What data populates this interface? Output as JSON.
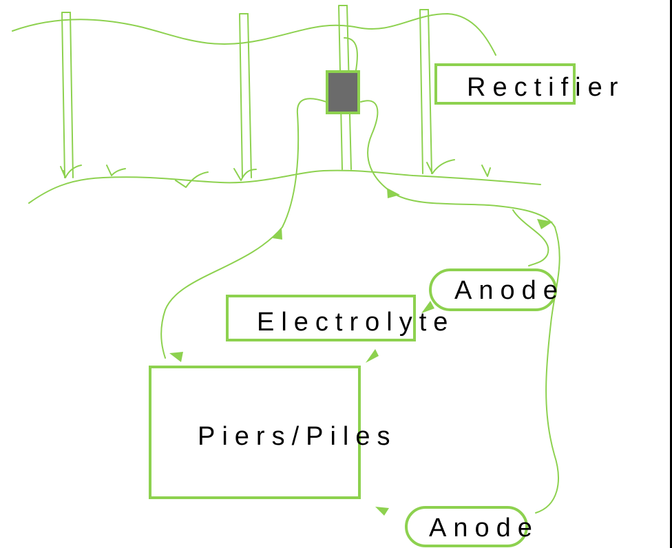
{
  "labels": {
    "rectifier": "Rectifier",
    "anode_top": "Anode",
    "electrolyte": "Electrolyte",
    "piers_piles": "Piers/Piles",
    "anode_bottom": "Anode"
  },
  "colors": {
    "line": "#8dd14f",
    "rectifier_fill": "#6b6b6b",
    "text": "#000000"
  }
}
